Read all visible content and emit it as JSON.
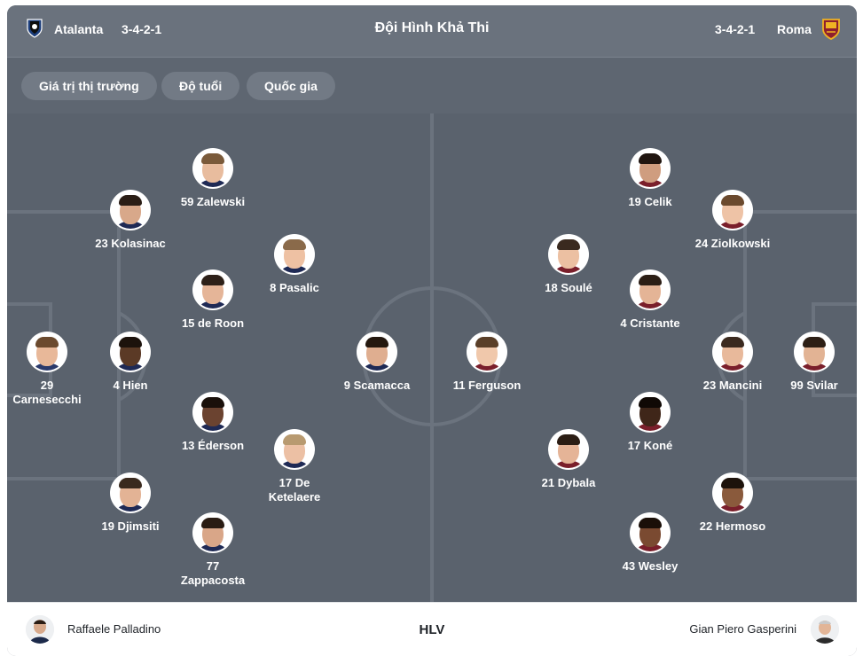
{
  "header": {
    "title": "Đội Hình Khả Thi",
    "home": {
      "name": "Atalanta",
      "formation": "3-4-2-1",
      "logo_icon": "atalanta-crest-icon"
    },
    "away": {
      "name": "Roma",
      "formation": "3-4-2-1",
      "logo_icon": "roma-crest-icon"
    }
  },
  "filters": [
    "Giá trị thị trường",
    "Độ tuổi",
    "Quốc gia"
  ],
  "home_players": [
    {
      "label": "29\nCarnesecchi",
      "skin": "#e8b899",
      "hair": "#6b4a2e",
      "shirt": "#2b3a6b"
    },
    {
      "label": "4 Hien",
      "skin": "#5b3a26",
      "hair": "#1c120c",
      "shirt": "#1f2a55"
    },
    {
      "label": "23 Kolasinac",
      "skin": "#d8a88a",
      "hair": "#2a1d15",
      "shirt": "#1f2a55"
    },
    {
      "label": "19 Djimsiti",
      "skin": "#e3b395",
      "hair": "#3a2a1e",
      "shirt": "#1f2a55"
    },
    {
      "label": "59 Zalewski",
      "skin": "#e8bc9e",
      "hair": "#7a5a3a",
      "shirt": "#1f2a55"
    },
    {
      "label": "15 de Roon",
      "skin": "#e5b598",
      "hair": "#2d2018",
      "shirt": "#1f2a55"
    },
    {
      "label": "13 Éderson",
      "skin": "#6b4330",
      "hair": "#1a100a",
      "shirt": "#1f2a55"
    },
    {
      "label": "77\nZappacosta",
      "skin": "#d9a688",
      "hair": "#2a1c13",
      "shirt": "#1f2a55"
    },
    {
      "label": "8 Pasalic",
      "skin": "#eec1a3",
      "hair": "#8a6a4a",
      "shirt": "#1f2a55"
    },
    {
      "label": "17 De\nKetelaere",
      "skin": "#ecc0a4",
      "hair": "#b89a70",
      "shirt": "#1f2a55"
    },
    {
      "label": "9 Scamacca",
      "skin": "#dfae90",
      "hair": "#24180f",
      "shirt": "#1f2a55"
    }
  ],
  "away_players": [
    {
      "label": "99 Svilar",
      "skin": "#e2b394",
      "hair": "#2d1f15",
      "shirt": "#7a1f2b"
    },
    {
      "label": "23 Mancini",
      "skin": "#e8b99b",
      "hair": "#3b2a1f",
      "shirt": "#7a1f2b"
    },
    {
      "label": "24 Ziolkowski",
      "skin": "#eec3a6",
      "hair": "#6b4a2e",
      "shirt": "#7a1f2b"
    },
    {
      "label": "22 Hermoso",
      "skin": "#8a5a3c",
      "hair": "#1d120b",
      "shirt": "#7a1f2b"
    },
    {
      "label": "19 Celik",
      "skin": "#cf9d7f",
      "hair": "#201510",
      "shirt": "#7a1f2b"
    },
    {
      "label": "4 Cristante",
      "skin": "#e4b496",
      "hair": "#2b1e15",
      "shirt": "#7a1f2b"
    },
    {
      "label": "17 Koné",
      "skin": "#3f2619",
      "hair": "#100905",
      "shirt": "#7a1f2b"
    },
    {
      "label": "43 Wesley",
      "skin": "#7a4a31",
      "hair": "#1a0f08",
      "shirt": "#7a1f2b"
    },
    {
      "label": "18 Soulé",
      "skin": "#ecc0a2",
      "hair": "#3a2a1f",
      "shirt": "#7a1f2b"
    },
    {
      "label": "21 Dybala",
      "skin": "#e5b497",
      "hair": "#2b1d14",
      "shirt": "#7a1f2b"
    },
    {
      "label": "11 Ferguson",
      "skin": "#f0c8ab",
      "hair": "#5a3f28",
      "shirt": "#7a1f2b"
    }
  ],
  "footer": {
    "label": "HLV",
    "home_coach": "Raffaele Palladino",
    "away_coach": "Gian Piero Gasperini"
  }
}
